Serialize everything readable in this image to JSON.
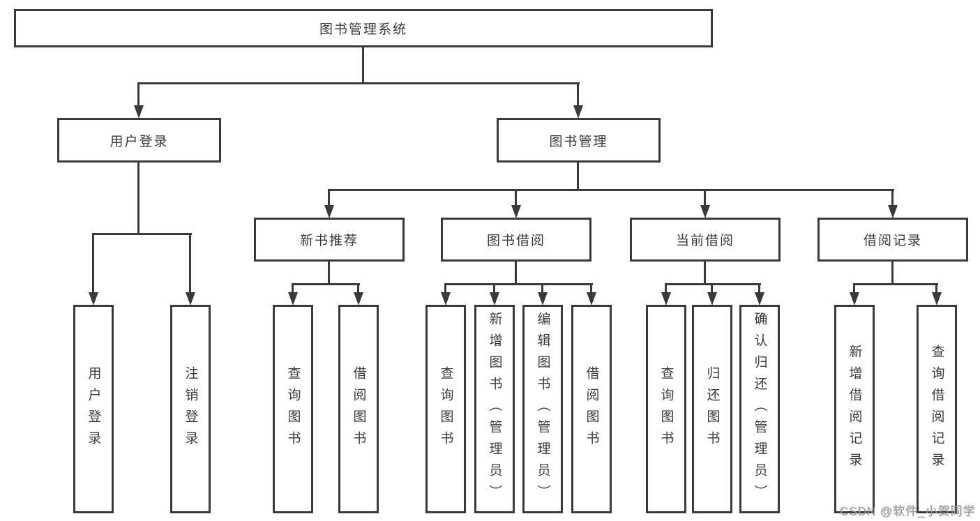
{
  "colors": {
    "line": "#3a3a3a",
    "box_border": "#3a3a3a",
    "text": "#3a3a3a",
    "watermark": "#9e9e9e",
    "background": "#ffffff"
  },
  "connector_arrow": "arrowhead-down",
  "root": {
    "label": "图书管理系统"
  },
  "branches": [
    {
      "label": "用户登录",
      "children": [
        {
          "label": "用户登录"
        },
        {
          "label": "注销登录"
        }
      ]
    },
    {
      "label": "图书管理",
      "children": [
        {
          "label": "新书推荐",
          "children": [
            {
              "label": "查询图书"
            },
            {
              "label": "借阅图书"
            }
          ]
        },
        {
          "label": "图书借阅",
          "children": [
            {
              "label": "查询图书"
            },
            {
              "label": "新增图书（管理员）"
            },
            {
              "label": "编辑图书（管理员）"
            },
            {
              "label": "借阅图书"
            }
          ]
        },
        {
          "label": "当前借阅",
          "children": [
            {
              "label": "查询图书"
            },
            {
              "label": "归还图书"
            },
            {
              "label": "确认归还（管理员）"
            }
          ]
        },
        {
          "label": "借阅记录",
          "children": [
            {
              "label": "新增借阅记录"
            },
            {
              "label": "查询借阅记录"
            }
          ]
        }
      ]
    }
  ],
  "watermark": "CSDN @软件_小贺同学"
}
